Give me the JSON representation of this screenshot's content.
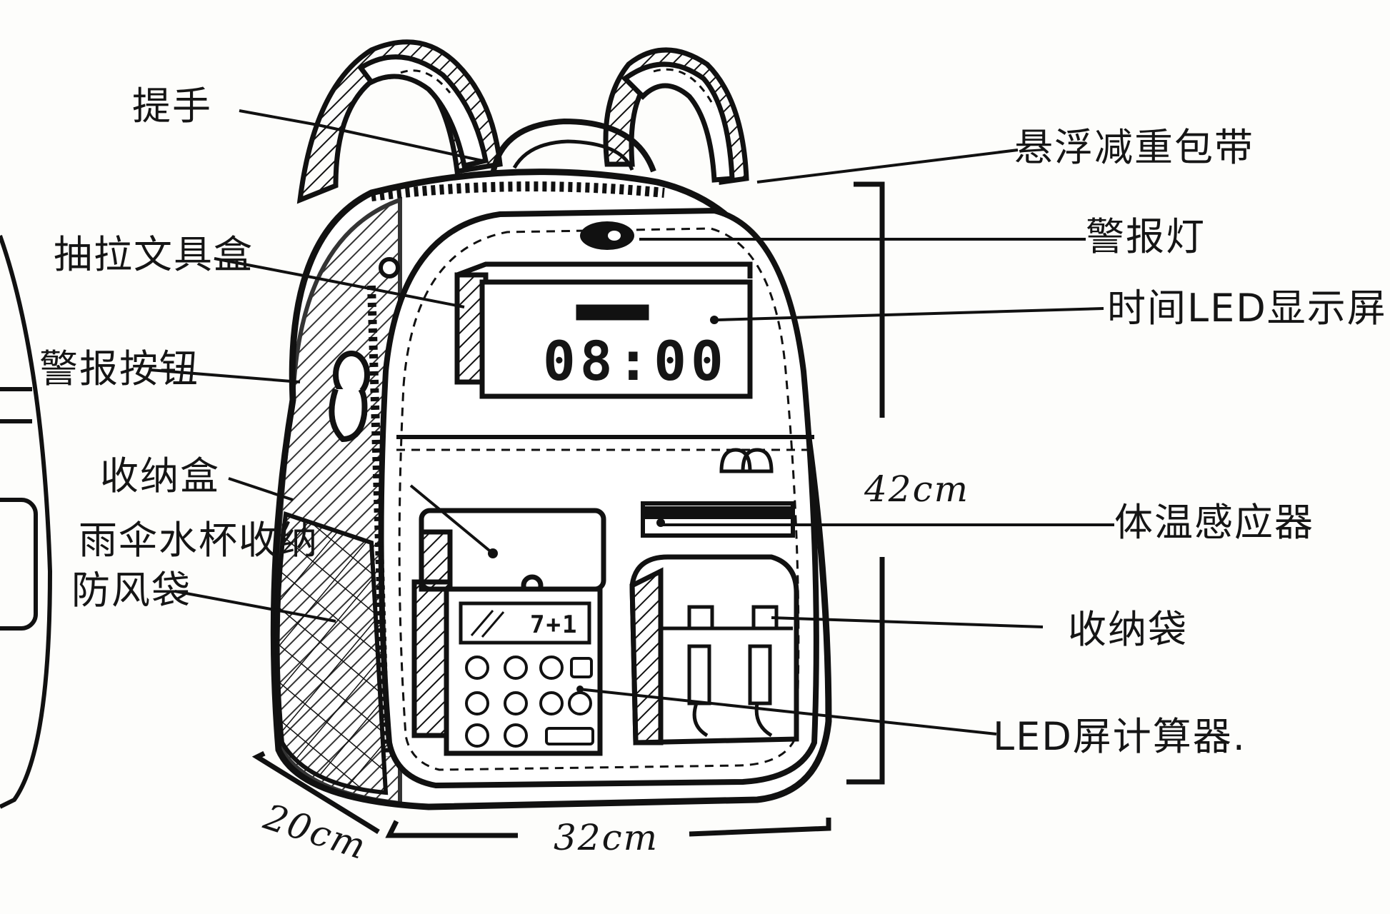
{
  "labels": {
    "handle": "提手",
    "shoulder_strap": "悬浮减重包带",
    "alarm_light": "警报灯",
    "pencil_box": "抽拉文具盒",
    "time_display": "时间LED显示屏",
    "alarm_button": "警报按钮",
    "storage_box": "收纳盒",
    "side_pocket_line1": "雨伞水杯收纳",
    "side_pocket_line2": "防风袋",
    "temp_sensor": "体温感应器",
    "storage_bag": "收纳袋",
    "led_calculator": "LED屏计算器."
  },
  "dimensions": {
    "height": "42cm",
    "width": "32cm",
    "depth": "20cm"
  },
  "screen": {
    "clock": "08:00",
    "calculator": "7+1"
  }
}
